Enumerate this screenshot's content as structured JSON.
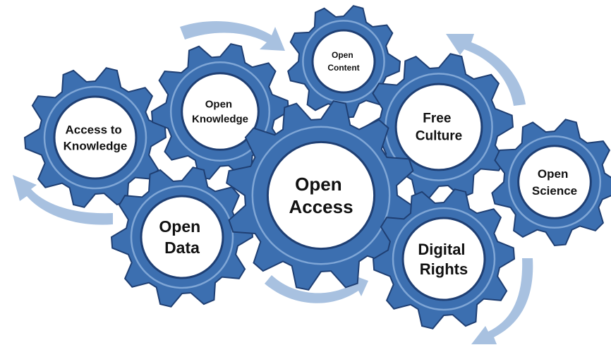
{
  "colors": {
    "gear_fill": "#3c6fb0",
    "gear_outline": "#1f3f73",
    "gear_highlight": "#7fa6d6",
    "hub_fill": "#ffffff",
    "arrow_fill": "#a8c1e0",
    "label_color": "#111111"
  },
  "gears": [
    {
      "id": "access-to-knowledge",
      "lines": [
        "Access to",
        "Knowledge"
      ],
      "icon": "gear-icon"
    },
    {
      "id": "open-knowledge",
      "lines": [
        "Open",
        "Knowledge"
      ],
      "icon": "gear-icon"
    },
    {
      "id": "open-content",
      "lines": [
        "Open",
        "Content"
      ],
      "icon": "gear-icon"
    },
    {
      "id": "free-culture",
      "lines": [
        "Free",
        "Culture"
      ],
      "icon": "gear-icon"
    },
    {
      "id": "open-science",
      "lines": [
        "Open",
        "Science"
      ],
      "icon": "gear-icon"
    },
    {
      "id": "open-data",
      "lines": [
        "Open",
        "Data"
      ],
      "icon": "gear-icon"
    },
    {
      "id": "open-access",
      "lines": [
        "Open",
        "Access"
      ],
      "icon": "gear-icon"
    },
    {
      "id": "digital-rights",
      "lines": [
        "Digital",
        "Rights"
      ],
      "icon": "gear-icon"
    }
  ],
  "arrows": [
    {
      "id": "top-left",
      "icon": "curved-arrow-icon"
    },
    {
      "id": "top-right",
      "icon": "curved-arrow-icon"
    },
    {
      "id": "left",
      "icon": "curved-arrow-icon"
    },
    {
      "id": "bottom-middle",
      "icon": "curved-arrow-icon"
    },
    {
      "id": "bottom-right",
      "icon": "curved-arrow-icon"
    }
  ]
}
